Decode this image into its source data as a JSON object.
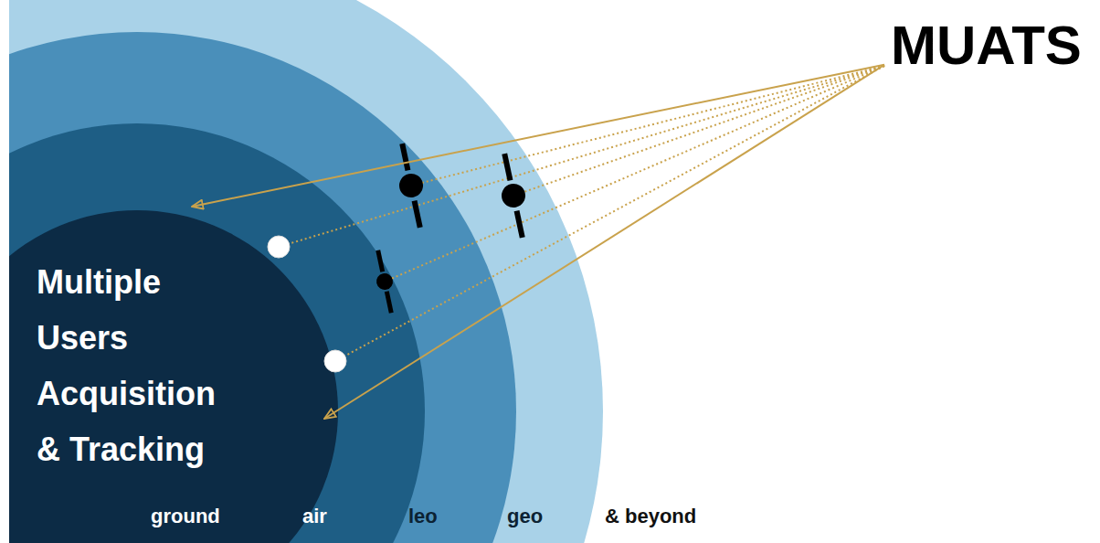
{
  "diagram": {
    "nodes": [
      {
        "text": [
          "MUATS"
        ]
      },
      {
        "text": [
          "Multiple Users Acquisition & Tracking",
          "ground"
        ]
      }
    ],
    "edges": [
      {
        "from": 0,
        "to": 1,
        "arrow": "to"
      },
      {
        "from": 0,
        "to": 1,
        "arrow": "to"
      }
    ],
    "labels": [
      "air",
      "leo",
      "geo",
      "& beyond"
    ]
  }
}
